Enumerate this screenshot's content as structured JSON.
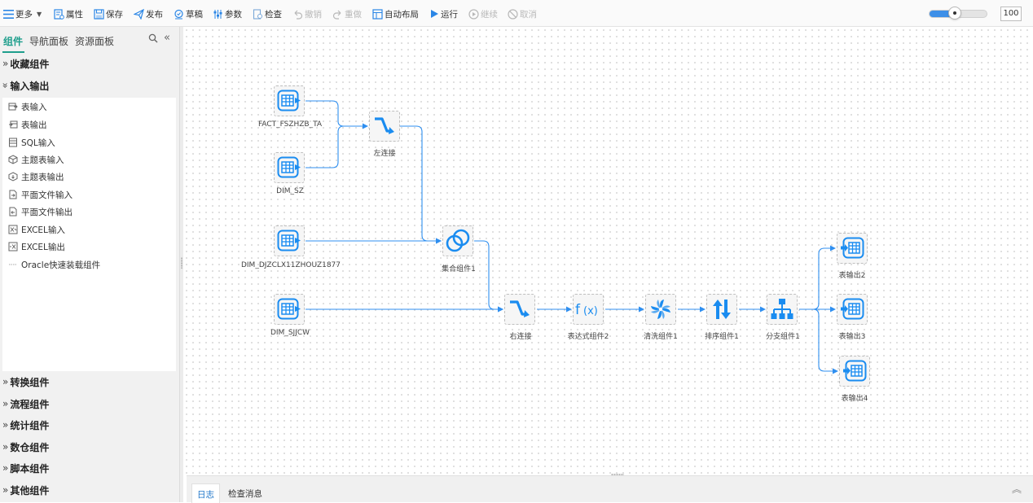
{
  "toolbar": {
    "more": "更多",
    "properties": "属性",
    "save": "保存",
    "publish": "发布",
    "draft": "草稿",
    "params": "参数",
    "check": "检查",
    "undo": "撤销",
    "redo": "重做",
    "auto_layout": "自动布局",
    "run": "运行",
    "continue": "继续",
    "cancel": "取消",
    "zoom_value": "100",
    "zoom_fraction": 0.45
  },
  "left_panel": {
    "tabs": [
      "组件",
      "导航面板",
      "资源面板"
    ],
    "groups_top": [
      "收藏组件",
      "输入输出"
    ],
    "io_items": [
      "表输入",
      "表输出",
      "SQL输入",
      "主题表输入",
      "主题表输出",
      "平面文件输入",
      "平面文件输出",
      "EXCEL输入",
      "EXCEL输出",
      "Oracle快速装载组件"
    ],
    "groups_bottom": [
      "转换组件",
      "流程组件",
      "统计组件",
      "数仓组件",
      "脚本组件",
      "其他组件"
    ]
  },
  "nodes": {
    "fact": "FACT_FSZHZB_TA",
    "dim_sz": "DIM_SZ",
    "left_join": "左连接",
    "dim_djz": "DIM_DJZCLX11ZHOUZ1877",
    "union": "集合组件1",
    "dim_sjjcw": "DIM_SJJCW",
    "right_join": "右连接",
    "expr": "表达式组件2",
    "clean": "清洗组件1",
    "sort": "排序组件1",
    "branch": "分支组件1",
    "out2": "表输出2",
    "out3": "表输出3",
    "out4": "表输出4"
  },
  "bottom": {
    "tabs": [
      "日志",
      "检查消息"
    ]
  },
  "colors": {
    "accent": "#1a8cf0",
    "tab_active": "#1e9e8c",
    "link": "#2f8ff0"
  }
}
